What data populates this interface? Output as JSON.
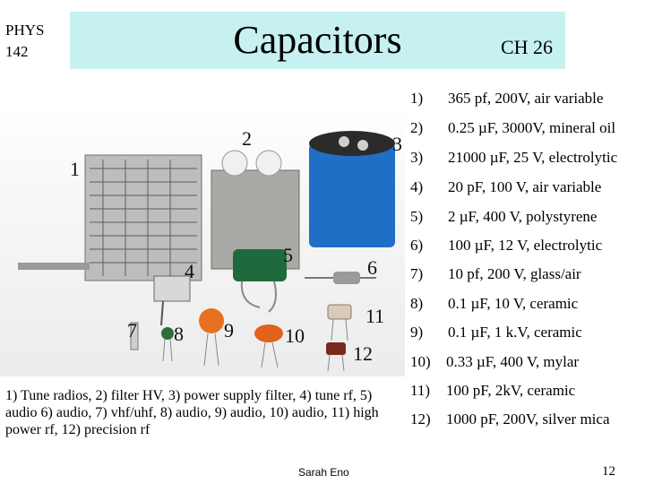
{
  "header": {
    "course_line1": "PHYS",
    "course_line2": "142",
    "title": "Capacitors",
    "chapter": "CH 26"
  },
  "items": [
    {
      "num": "1)",
      "text": "365 pf, 200V, air variable"
    },
    {
      "num": "2)",
      "text": "0.25 µF, 3000V, mineral oil"
    },
    {
      "num": "3)",
      "text": "21000 µF, 25 V, electrolytic"
    },
    {
      "num": "4)",
      "text": "20 pF, 100 V, air variable"
    },
    {
      "num": "5)",
      "text": "2 µF, 400 V, polystyrene"
    },
    {
      "num": "6)",
      "text": "100 µF, 12 V, electrolytic"
    },
    {
      "num": "7)",
      "text": "10 pf, 200 V, glass/air"
    },
    {
      "num": "8)",
      "text": "0.1 µF, 10 V, ceramic"
    },
    {
      "num": "9)",
      "text": "0.1 µF, 1 k.V, ceramic"
    },
    {
      "num": "10)",
      "text": "0.33 µF, 400 V, mylar"
    },
    {
      "num": "11)",
      "text": "100 pF, 2kV, ceramic"
    },
    {
      "num": "12)",
      "text": "1000 pF, 200V, silver mica"
    }
  ],
  "photo_labels": [
    "1",
    "2",
    "3",
    "4",
    "5",
    "6",
    "7",
    "8",
    "9",
    "10",
    "11",
    "12"
  ],
  "caption": "1) Tune radios, 2) filter HV, 3) power supply filter, 4) tune rf, 5) audio 6) audio, 7) vhf/uhf, 8) audio, 9) audio, 10) audio, 11) high power rf, 12) precision rf",
  "footer": {
    "author": "Sarah Eno",
    "page": "12"
  },
  "colors": {
    "title_background": "#c7f1f1",
    "electrolytic_blue": "#1f6fc4",
    "green_capacitor": "#1f6a3c",
    "orange_ceramic": "#e8701e",
    "mica_brown": "#7a2a1c"
  }
}
